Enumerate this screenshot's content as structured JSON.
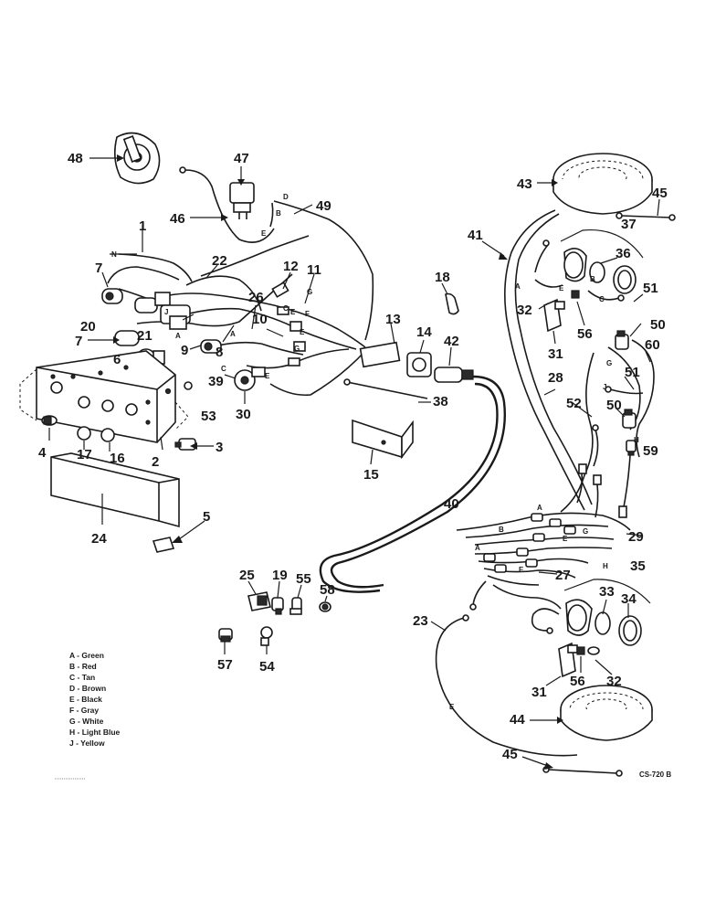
{
  "figure_code": "CS-720 B",
  "legend": [
    "A - Green",
    "B - Red",
    "C - Tan",
    "D - Brown",
    "E - Black",
    "F - Gray",
    "G - White",
    "H - Light Blue",
    "J - Yellow"
  ],
  "callouts": {
    "c1": "1",
    "c2": "2",
    "c3": "3",
    "c4": "4",
    "c5": "5",
    "c6": "6",
    "c7a": "7",
    "c7b": "7",
    "c8": "8",
    "c9": "9",
    "c10": "10",
    "c11": "11",
    "c12": "12",
    "c13": "13",
    "c14": "14",
    "c15": "15",
    "c16": "16",
    "c17": "17",
    "c18": "18",
    "c19": "19",
    "c20": "20",
    "c21": "21",
    "c22": "22",
    "c23": "23",
    "c24": "24",
    "c25": "25",
    "c26": "26",
    "c27": "27",
    "c28": "28",
    "c29": "29",
    "c30": "30",
    "c31a": "31",
    "c31b": "31",
    "c32a": "32",
    "c32b": "32",
    "c33": "33",
    "c34": "34",
    "c35": "35",
    "c36": "36",
    "c37": "37",
    "c38": "38",
    "c39": "39",
    "c40": "40",
    "c41": "41",
    "c42": "42",
    "c43": "43",
    "c44": "44",
    "c45a": "45",
    "c45b": "45",
    "c46": "46",
    "c47": "47",
    "c48": "48",
    "c49": "49",
    "c50a": "50",
    "c50b": "50",
    "c51a": "51",
    "c51b": "51",
    "c52": "52",
    "c53": "53",
    "c54": "54",
    "c55": "55",
    "c56a": "56",
    "c56b": "56",
    "c57": "57",
    "c58": "58",
    "c59": "59",
    "c60": "60"
  },
  "wire_codes": {
    "w1": "N",
    "w2": "D",
    "w3": "B",
    "w4": "E",
    "w5": "G",
    "w6": "A",
    "w7": "C",
    "w8": "E",
    "w9": "F",
    "w10": "A",
    "w11": "J",
    "w12": "E",
    "w13": "G",
    "w14": "C",
    "w15": "E",
    "w16": "A",
    "w17": "E",
    "w18": "B",
    "w19": "C",
    "w20": "G",
    "w21": "J",
    "w22": "H",
    "w23": "A",
    "w24": "B",
    "w25": "E",
    "w26": "G",
    "w27": "A",
    "w28": "E",
    "w29": "H",
    "w30": "E"
  }
}
